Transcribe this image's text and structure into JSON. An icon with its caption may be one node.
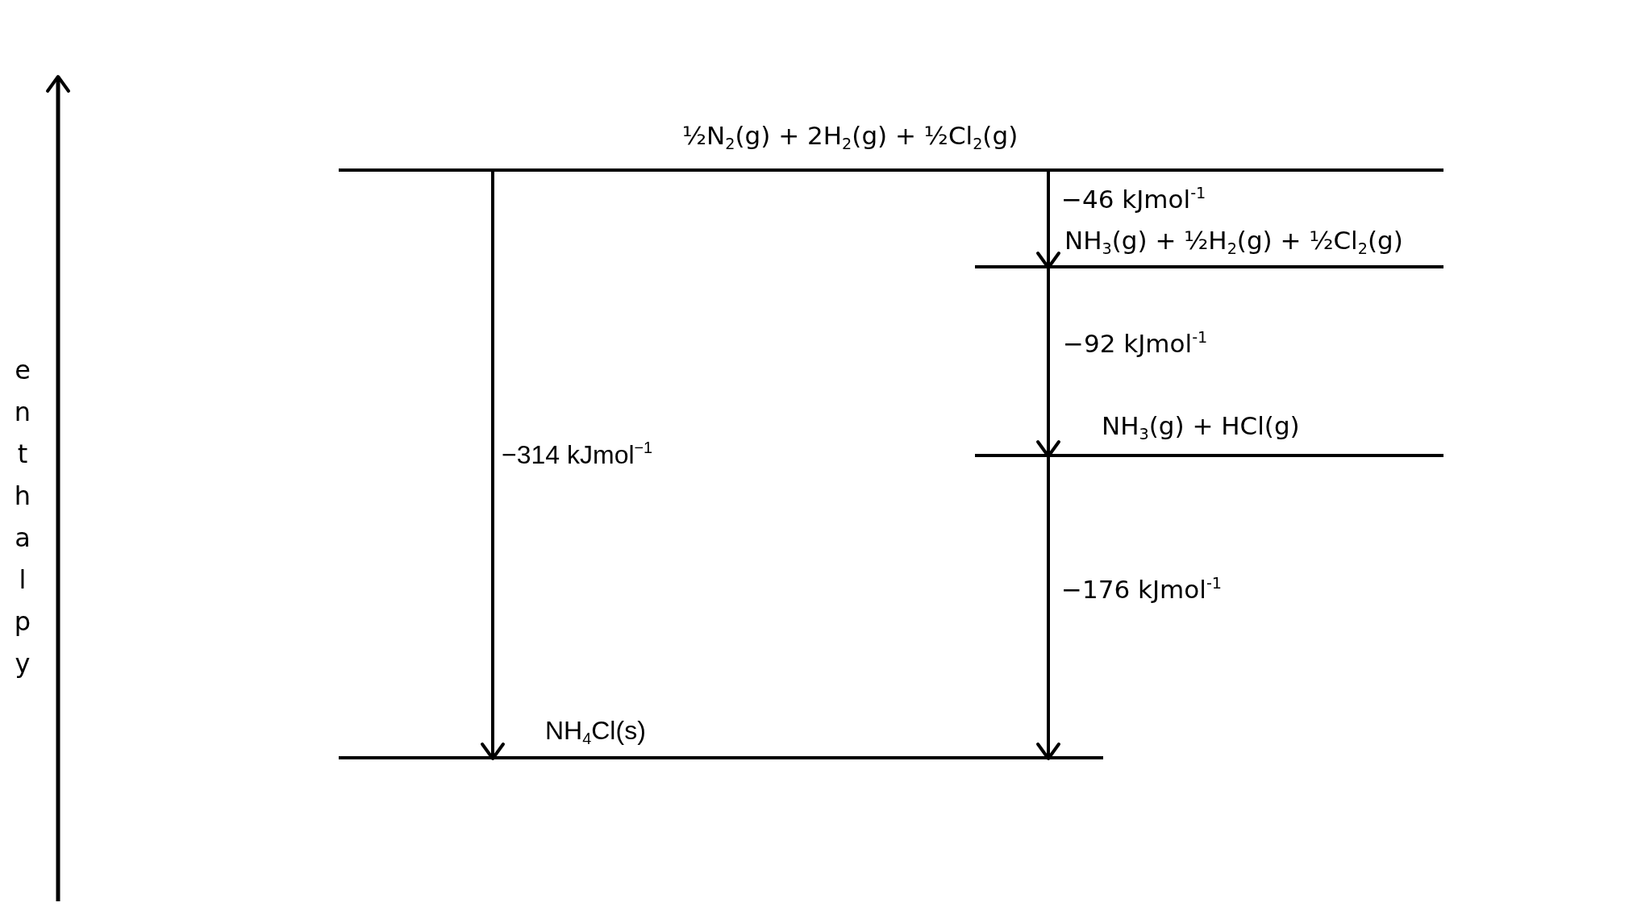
{
  "diagram": {
    "nodes": [
      {
        "text": [
          "½N$_{2}$(g) + 2H$_{2}$(g) + ½Cl$_{2}$(g)"
        ]
      },
      {
        "text": [
          "NH$_{3}$(g) + ½H$_{2}$(g) + ½Cl$_{2}$(g)"
        ]
      },
      {
        "text": [
          "NH$_{3}$(g) + HCl(g)"
        ]
      },
      {
        "text": [
          "NH$_{4}$Cl(s)"
        ]
      }
    ],
    "edges": [
      {
        "from": 0,
        "to": 1,
        "arrow": "to",
        "label": "−46 kJmol$^{-1}$"
      },
      {
        "from": 1,
        "to": 2,
        "arrow": "to",
        "label": "−92 kJmol$^{-1}$"
      },
      {
        "from": 0,
        "to": 3,
        "arrow": "to",
        "label": "−314 kJmol$^{−1}$"
      },
      {
        "from": 2,
        "to": 3,
        "arrow": "to",
        "label": "−176 kJmol$^{-1}$"
      }
    ],
    "labels": [
      "enthalpy"
    ]
  }
}
